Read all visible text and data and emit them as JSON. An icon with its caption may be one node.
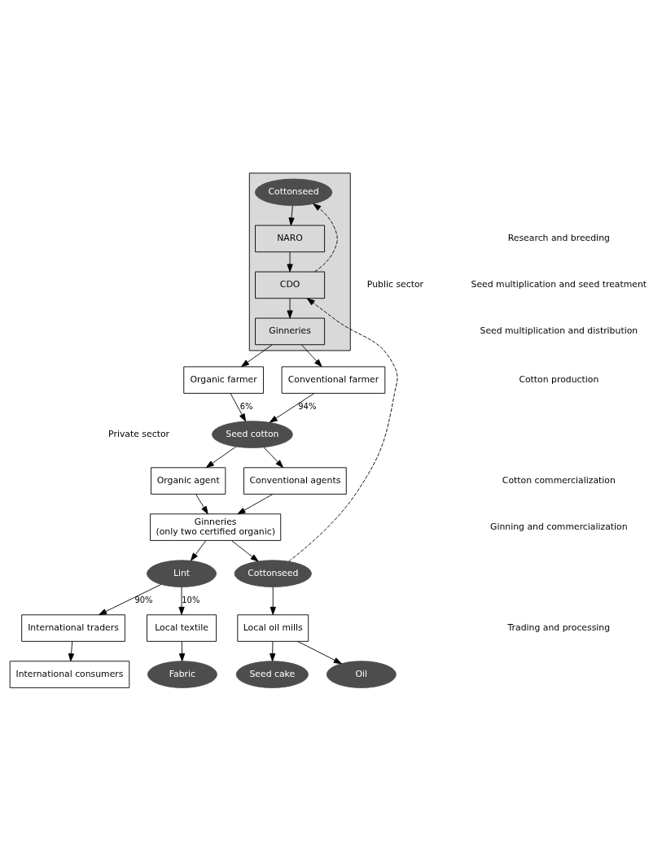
{
  "diagram": {
    "nodes": [
      {
        "text": [],
        "shape": "box"
      },
      {
        "text": [
          "Cottonseed"
        ],
        "in": 0
      },
      {
        "text": [
          "NARO"
        ],
        "in": 0
      },
      {
        "text": [
          "CDO"
        ],
        "in": 0
      },
      {
        "text": [
          "Ginneries"
        ],
        "in": 0
      },
      {
        "text": [
          "Organic farmer"
        ]
      },
      {
        "text": [
          "Conventional farmer"
        ]
      },
      {
        "text": [
          "Seed cotton"
        ]
      },
      {
        "text": [
          "Organic agent"
        ]
      },
      {
        "text": [
          "Conventional agents"
        ]
      },
      {
        "text": [
          "Ginneries",
          "(only two certified organic)"
        ]
      },
      {
        "text": [
          "Lint"
        ]
      },
      {
        "text": [
          "Cottonseed"
        ]
      },
      {
        "text": [
          "International traders"
        ]
      },
      {
        "text": [
          "Local textile"
        ]
      },
      {
        "text": [
          "Local oil mills"
        ]
      },
      {
        "text": [
          "International consumers"
        ]
      },
      {
        "text": [
          "Fabric"
        ]
      },
      {
        "text": [
          "Seed cake"
        ]
      },
      {
        "text": [
          "Oil"
        ]
      }
    ],
    "edges": [
      {
        "from": 1,
        "to": 2,
        "arrow": "to"
      },
      {
        "from": 2,
        "to": 3,
        "arrow": "to"
      },
      {
        "from": 3,
        "to": 1,
        "arrow": "to",
        "style": "dashed"
      },
      {
        "from": 3,
        "to": 4,
        "arrow": "to"
      },
      {
        "from": 4,
        "to": 5,
        "arrow": "to"
      },
      {
        "from": 4,
        "to": 6,
        "arrow": "to"
      },
      {
        "from": 5,
        "to": 7,
        "arrow": "to",
        "label": "6%"
      },
      {
        "from": 6,
        "to": 7,
        "arrow": "to",
        "label": "94%"
      },
      {
        "from": 7,
        "to": 8,
        "arrow": "to"
      },
      {
        "from": 7,
        "to": 9,
        "arrow": "to"
      },
      {
        "from": 8,
        "to": 10,
        "arrow": "to"
      },
      {
        "from": 9,
        "to": 10,
        "arrow": "to"
      },
      {
        "from": 10,
        "to": 11,
        "arrow": "to"
      },
      {
        "from": 10,
        "to": 12,
        "arrow": "to"
      },
      {
        "from": 12,
        "to": 3,
        "arrow": "to",
        "style": "dashed"
      },
      {
        "from": 11,
        "to": 13,
        "arrow": "to",
        "label": "90%"
      },
      {
        "from": 11,
        "to": 14,
        "arrow": "to",
        "label": "10%"
      },
      {
        "from": 12,
        "to": 15,
        "arrow": "to"
      },
      {
        "from": 13,
        "to": 16,
        "arrow": "to"
      },
      {
        "from": 14,
        "to": 17,
        "arrow": "to"
      },
      {
        "from": 15,
        "to": 18,
        "arrow": "to"
      },
      {
        "from": 15,
        "to": 19,
        "arrow": "to"
      }
    ],
    "labels": [
      "Public sector",
      "Research and breeding",
      "Seed multiplication and seed treatment",
      "Private sector",
      "Seed multiplication and distribution",
      "Cotton production",
      "Cotton commercialization",
      "Ginning and commercialization",
      "Trading and processing"
    ]
  }
}
